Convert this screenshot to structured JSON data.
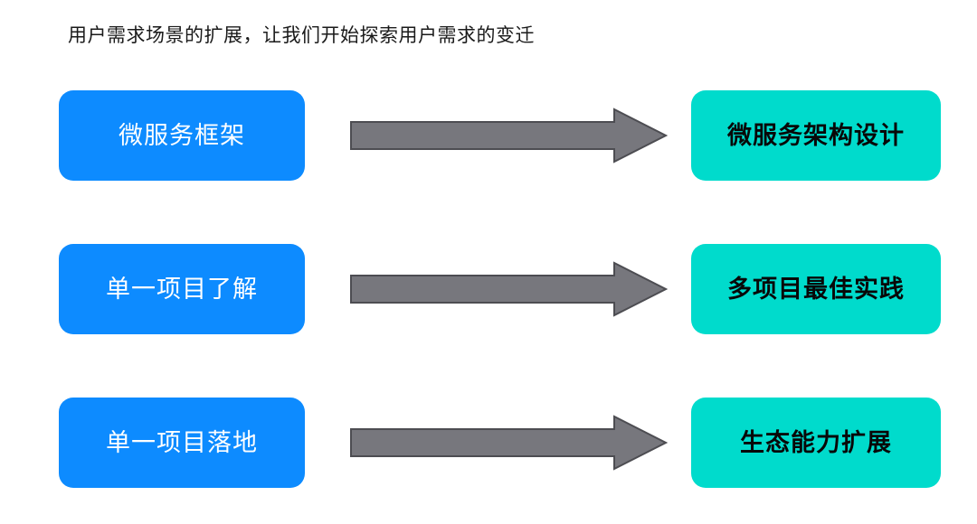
{
  "slide": {
    "headline": "用户需求场景的扩展，让我们开始探索用户需求的变迁",
    "background_color": "#ffffff",
    "source_color": "#0d8bff",
    "source_text_color": "#ffffff",
    "target_color": "#00dbcc",
    "target_text_color": "#080808",
    "arrow_fill_color": "#77777d",
    "arrow_stroke_color": "#4d4d52",
    "rows": [
      {
        "source": "微服务框架",
        "arrow": "right-arrow-icon",
        "target": "微服务架构设计"
      },
      {
        "source": "单一项目了解",
        "arrow": "right-arrow-icon",
        "target": "多项目最佳实践"
      },
      {
        "source": "单一项目落地",
        "arrow": "right-arrow-icon",
        "target": "生态能力扩展"
      }
    ]
  }
}
